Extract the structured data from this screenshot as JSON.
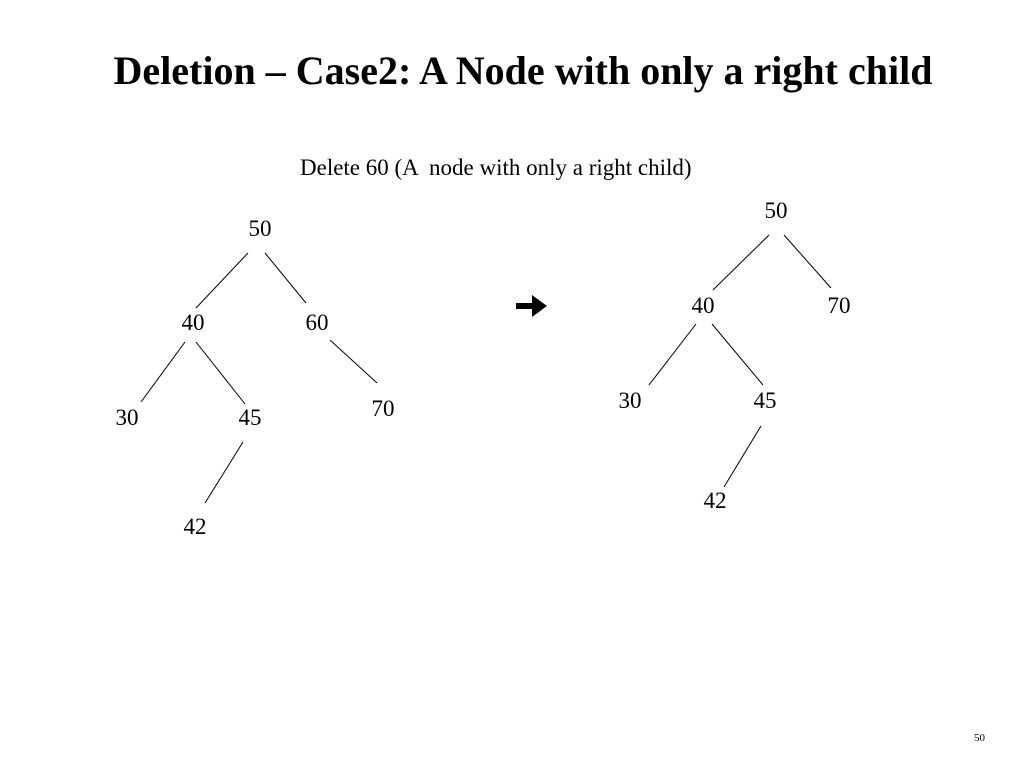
{
  "title": "Deletion – Case2: A Node with only a right child",
  "subtitle": "Delete 60 (A  node with only a right child)",
  "page_number": "50",
  "colors": {
    "text": "#000000",
    "background": "#ffffff"
  },
  "icons": {
    "transition": "right-arrow-icon"
  },
  "before_tree": {
    "nodes": {
      "n50": "50",
      "n40": "40",
      "n60": "60",
      "n30": "30",
      "n45": "45",
      "n70": "70",
      "n42": "42"
    },
    "edges": [
      [
        "50",
        "40"
      ],
      [
        "50",
        "60"
      ],
      [
        "40",
        "30"
      ],
      [
        "40",
        "45"
      ],
      [
        "60",
        "70"
      ],
      [
        "45",
        "42"
      ]
    ]
  },
  "after_tree": {
    "nodes": {
      "n50": "50",
      "n40": "40",
      "n70": "70",
      "n30": "30",
      "n45": "45",
      "n42": "42"
    },
    "edges": [
      [
        "50",
        "40"
      ],
      [
        "50",
        "70"
      ],
      [
        "40",
        "30"
      ],
      [
        "40",
        "45"
      ],
      [
        "45",
        "42"
      ]
    ]
  }
}
